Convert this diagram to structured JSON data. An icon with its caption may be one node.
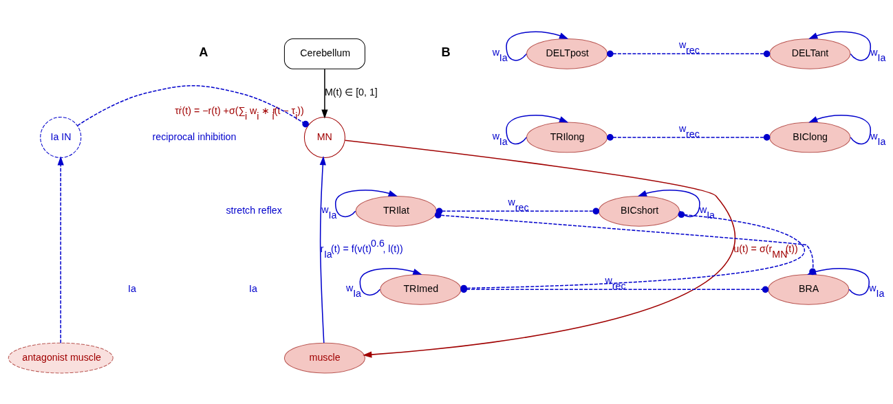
{
  "diagram": {
    "nodes": [
      {
        "text": [
          "Cerebellum"
        ]
      },
      {
        "text": [
          "Ia IN"
        ]
      },
      {
        "text": [
          "MN"
        ],
        "beside": [
          "τṙ(t) = −r(t) +σ(∑$_{i}$ w$_{i}$ ∗ r$_{i}$(t − τ$_{i}$))"
        ]
      },
      {
        "text": [
          "antagonist muscle"
        ]
      },
      {
        "text": [
          "muscle"
        ]
      },
      {
        "text": [
          "DELTpost"
        ]
      },
      {
        "text": [
          "DELTant"
        ]
      },
      {
        "text": [
          "TRIlong"
        ]
      },
      {
        "text": [
          "BIClong"
        ]
      },
      {
        "text": [
          "TRIlat"
        ]
      },
      {
        "text": [
          "BICshort"
        ]
      },
      {
        "text": [
          "TRImed"
        ]
      },
      {
        "text": [
          "BRA"
        ]
      }
    ],
    "edges": [
      {
        "from": 0,
        "to": 2,
        "arrow": "to",
        "label": "M(t) ∈ [0, 1]",
        "color": "#000000"
      },
      {
        "from": 1,
        "to": 2,
        "arrow": "other",
        "style": "dashed"
      },
      {
        "from": 3,
        "to": 1,
        "arrow": "to",
        "style": "dashed"
      },
      {
        "from": 2,
        "to": 4,
        "arrow": "to",
        "label": "u(t) = σ(r$_{MN}$(t))",
        "color": "#a00000"
      },
      {
        "from": 4,
        "to": 2,
        "arrow": "to",
        "label": "r$_{Ia}$(t) = f(v(t)$^{0.6}$, l(t))"
      },
      {
        "from": 5,
        "to": 5,
        "arrow": "to",
        "label": "w$_{Ia}$"
      },
      {
        "from": 6,
        "to": 6,
        "arrow": "to",
        "label": "w$_{Ia}$"
      },
      {
        "from": 5,
        "to": 6,
        "arrow": "other",
        "style": "dashed",
        "label": "w$_{rec}$"
      },
      {
        "from": 7,
        "to": 7,
        "arrow": "to",
        "label": "w$_{Ia}$"
      },
      {
        "from": 8,
        "to": 8,
        "arrow": "to",
        "label": "w$_{Ia}$"
      },
      {
        "from": 7,
        "to": 8,
        "arrow": "other",
        "style": "dashed",
        "label": "w$_{rec}$"
      },
      {
        "from": 9,
        "to": 9,
        "arrow": "to",
        "label": "w$_{Ia}$"
      },
      {
        "from": 10,
        "to": 10,
        "arrow": "to",
        "label": "w$_{Ia}$"
      },
      {
        "from": 9,
        "to": 10,
        "arrow": "other",
        "style": "dashed",
        "label": "w$_{rec}$"
      },
      {
        "from": 9,
        "to": 12,
        "arrow": "other",
        "style": "dashed"
      },
      {
        "from": 10,
        "to": 11,
        "arrow": "other",
        "style": "dashed"
      },
      {
        "from": 11,
        "to": 11,
        "arrow": "to",
        "label": "w$_{Ia}$"
      },
      {
        "from": 12,
        "to": 12,
        "arrow": "to",
        "label": "w$_{Ia}$"
      },
      {
        "from": 11,
        "to": 12,
        "arrow": "other",
        "style": "dashed",
        "label": "w$_{rec}$"
      }
    ],
    "labels": [
      "A",
      "B",
      "reciprocal inhibition",
      "stretch reflex",
      "Ia",
      "Ia"
    ]
  }
}
